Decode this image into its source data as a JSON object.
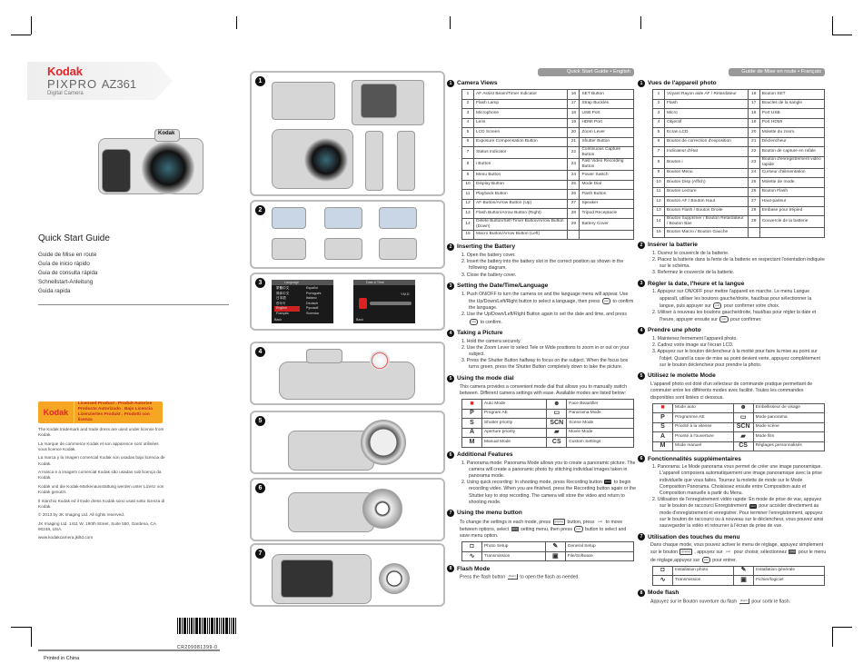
{
  "left": {
    "logo": "Kodak",
    "product": "PIXPRO",
    "model": "AZ361",
    "subtitle": "Digital Camera",
    "camera_logo": "Kodak",
    "title": "Quick Start Guide",
    "languages": [
      "Guide de Mise en route",
      "Guía de inicio rápido",
      "Guia de consulta rápida",
      "Schnellstart-Anleitung",
      "Guida rapida"
    ],
    "license": {
      "logo": "Kodak",
      "lines": [
        "Licensed Product . Produit Autorise",
        "Producto Autorizado . Bajo Licencia",
        "Lizenziertes Produkt . Prodotti con licenza"
      ]
    },
    "legal": [
      "The Kodak trademark and trade dress are used under license from Kodak.",
      "La marque de commerce Kodak et son apparence sont utilisées sous licence Kodak.",
      "La marca y la imagen comercial Kodak son usadas bajo licencia de Kodak.",
      "A marca e a imagem comercial Kodak são usadas sob licença da Kodak.",
      "Kodak und die Kodak-Markenausstattung werden unter Lizenz von Kodak genutzt.",
      "Il marchio Kodak ed il trade dress Kodak sono usati sotto licenza di Kodak.",
      "© 2013 by JK Imaging Ltd. All rights reserved.",
      "JK Imaging Ltd. 1411 W. 190th Street, Suite 550, Gardena, CA 90248, USA.",
      "www.kodakcamera.jkiltd.com"
    ],
    "barcode": "CR209081399-0",
    "printed": "Printed in China"
  },
  "figures": {
    "numbers": [
      "1",
      "2",
      "3",
      "4",
      "5",
      "6",
      "7"
    ],
    "language_screen": {
      "title": "Language",
      "items_left": [
        "繁體中文",
        "简体中文",
        "日本語",
        "한국어",
        "English",
        "Français"
      ],
      "items_right": [
        "Español",
        "Português",
        "Italiano",
        "Deutsch",
        "Русский",
        "Svenska"
      ],
      "selected": "English",
      "back": "Back"
    },
    "date_screen": {
      "title": "Date & Time",
      "format": "Y.M.D",
      "back": "Back"
    }
  },
  "en": {
    "header": "Quick Start Guide • English",
    "s1": {
      "num": "1",
      "title": "Camera Views",
      "rows": [
        [
          "1",
          "AF Assist Beam/Timer Indicator",
          "16",
          "SET Button"
        ],
        [
          "2",
          "Flash Lamp",
          "17",
          "Strap Buckles"
        ],
        [
          "3",
          "Microphone",
          "18",
          "USB Port"
        ],
        [
          "4",
          "Lens",
          "19",
          "HDMI Port"
        ],
        [
          "5",
          "LCD Screen",
          "20",
          "Zoom Lever"
        ],
        [
          "6",
          "Exposure Compensation Button",
          "21",
          "Shutter Button"
        ],
        [
          "7",
          "Status Indicator",
          "22",
          "Continuous Capture Button"
        ],
        [
          "8",
          "i Button",
          "23",
          "Fast Video Recording Button"
        ],
        [
          "9",
          "Menu Button",
          "24",
          "Power Switch"
        ],
        [
          "10",
          "Display Button",
          "25",
          "Mode Dial"
        ],
        [
          "11",
          "Playback Button",
          "26",
          "Flash Button"
        ],
        [
          "12",
          "AF Button/Arrow Button (Up)",
          "27",
          "Speaker"
        ],
        [
          "13",
          "Flash Button/Arrow Button (Right)",
          "28",
          "Tripod Receptacle"
        ],
        [
          "14",
          "Delete Button/Self-Timer Button/Arrow Button (Down)",
          "29",
          "Battery Cover"
        ],
        [
          "15",
          "Macro Button/Arrow Button (Left)",
          "",
          ""
        ]
      ]
    },
    "s2": {
      "num": "2",
      "title": "Inserting the Battery",
      "items": [
        "1. Open the battery cover.",
        "2. Insert the battery into the battery slot in the correct position as shown in the following diagram.",
        "3. Close the battery cover."
      ]
    },
    "s3": {
      "num": "3",
      "title": "Setting the Date/Time/Language",
      "items": [
        "1. Push ON/OFF to turn the camera on and the language menu will appear. Use the Up/Down/Left/Right button to select a language, then press {ok} to confirm the language.",
        "2. Use the Up/Down/Left/Right Button again to set the date and time, and press {ok} to confirm."
      ]
    },
    "s4": {
      "num": "4",
      "title": "Taking a Picture",
      "items": [
        "1. Hold the camera securely.",
        "2. Use the Zoom Lever to select Tele or Wide positions to zoom in or out on your subject.",
        "3. Press the Shutter Button halfway to focus on the subject. When the focus box turns green, press the Shutter Button completely down to take the picture."
      ]
    },
    "s5": {
      "num": "5",
      "title": "Using the mode dial",
      "text": "This camera provides a convenient mode dial that allows you to manually switch between. Different camera settings with ease. Available modes are listed below:",
      "modes": [
        [
          "camera-icon",
          "Auto Mode",
          "face-beautifier-icon",
          "Face Beautifier"
        ],
        [
          "P",
          "Program AE",
          "panorama-icon",
          "Panorama Mode"
        ],
        [
          "S",
          "Shutter priority",
          "SCN",
          "Scene Mode"
        ],
        [
          "A",
          "Aperture priority",
          "movie-icon",
          "Movie Mode"
        ],
        [
          "M",
          "Manual Mode",
          "CS",
          "Custom Settings"
        ]
      ]
    },
    "s6": {
      "num": "6",
      "title": "Additional Features",
      "items": [
        "1. Panorama mode: Panorama Mode allows you to create a panoramic picture. The camera will create a panoramic photo by stitching individual images taken in panorama mode.",
        "2. Using quick recording: In shooting mode, press Recording button {rec} to begin recording video. When you are finished, press the Recording button again or the Shutter key to stop recording. The camera will store the video and return to shooting mode."
      ]
    },
    "s7": {
      "num": "7",
      "title": "Using the menu button",
      "text": "To change the settings in each mode, press {menu} button, press {ud} to move between options, select {set} setting menu, then press {ok} button to select and save menu option.",
      "menu": [
        [
          "photo-setup-icon",
          "Photo Setup",
          "wrench-icon",
          "General Setup"
        ],
        [
          "transmission-icon",
          "Transmission",
          "file-icon",
          "File/Software"
        ]
      ]
    },
    "s8": {
      "num": "8",
      "title": "Flash Mode",
      "text": "Press the flash button {flash} to open the flash as needed."
    }
  },
  "fr": {
    "header": "Guide de Mise en route • Français",
    "s1": {
      "num": "1",
      "title": "Vues de l'appareil photo",
      "rows": [
        [
          "1",
          "Voyant Rayon aide AF / Retardateur",
          "16",
          "Bouton SET"
        ],
        [
          "2",
          "Flash",
          "17",
          "Boucles de la sangle"
        ],
        [
          "3",
          "Micro",
          "18",
          "Port USB"
        ],
        [
          "4",
          "Objectif",
          "19",
          "Port HDMI"
        ],
        [
          "5",
          "Ecran LCD",
          "20",
          "Molette du zoom."
        ],
        [
          "6",
          "Bouton de correction d'exposition",
          "21",
          "Déclencheur"
        ],
        [
          "7",
          "Indicateur d'état",
          "22",
          "Bouton de capture en rafale"
        ],
        [
          "8",
          "Bouton i",
          "23",
          "Bouton d'enregistrement vidéo rapide"
        ],
        [
          "9",
          "Bouton Menu",
          "24",
          "Curseur d'alimentation"
        ],
        [
          "10",
          "Bouton Disp (Affich)",
          "25",
          "Molette de mode."
        ],
        [
          "11",
          "Bouton Lecture",
          "26",
          "Bouton Flash"
        ],
        [
          "12",
          "Bouton AF / Bouton Haut",
          "27",
          "Haut-parleur"
        ],
        [
          "13",
          "Bouton Flash / Bouton Droite",
          "28",
          "Embase pour trépied"
        ],
        [
          "14",
          "Bouton Supprimer / Bouton Retardateur / Bouton Bas",
          "29",
          "Couvercle de la batterie"
        ],
        [
          "15",
          "Bouton Macro / Bouton Gauche",
          "",
          ""
        ]
      ]
    },
    "s2": {
      "num": "2",
      "title": "Insérer la batterie",
      "items": [
        "1. Ouvrez le couvercle de la batterie.",
        "2. Placez la batterie dans la fente de la batterie en respectant l'orientation indiquée sur le schéma.",
        "3. Refermez le couvercle de la batterie."
      ]
    },
    "s3": {
      "num": "3",
      "title": "Régler la date, l'heure et la langue",
      "items": [
        "1. Appuyez sur ON/OFF pour mettre l'appareil en marche. Le menu Langue apparaît, utiliser les boutons gauche/droite, haut/bas pour sélectionner la langue, puis appuyer sur {ok} pour confirmer votre choix.",
        "2. Utiliser à nouveau les boutons gauche/droite, haut/bas pour régler la date et l'heure, appuyer ensuite sur {ok} pour confirmer."
      ]
    },
    "s4": {
      "num": "4",
      "title": "Prendre une photo",
      "items": [
        "1. Maintenez fermement l'appareil photo.",
        "2. Cadrez votre image sur l'écran LCD.",
        "3. Appuyez sur le bouton déclencheur à la moitié pour faire la mise au point sur l'objet. Quand la case de mise au point devient verte, appuyez complètement sur le bouton déclencheur pour prendre la photo."
      ]
    },
    "s5": {
      "num": "5",
      "title": "Utilisez le molette Mode",
      "text": "L'appareil photo est doté d'un sélecteur de commande pratique permettant de commuter entre les différents modes avec facilité. Toutes les commandes disponibles sont listées ci dessous.",
      "modes": [
        [
          "camera-icon",
          "Mode auto",
          "face-beautifier-icon",
          "Embellisseur de visage"
        ],
        [
          "P",
          "Programme AE",
          "panorama-icon",
          "Mode panorama"
        ],
        [
          "S",
          "Priorité à la vitesse",
          "SCN",
          "Mode scène"
        ],
        [
          "A",
          "Priorité à l'ouverture",
          "movie-icon",
          "Mode film"
        ],
        [
          "M",
          "Mode manuel",
          "CS",
          "Réglages personnalisés"
        ]
      ]
    },
    "s6": {
      "num": "6",
      "title": "Fonctionnalités supplémentaires",
      "items": [
        "1. Panorama: Le Mode panorama vous permet de créer une image panoramique. L'appareil composera automatiquement une image panoramique avec la prise individuelle que vous faites. Tournez la molette de mode sur le Mode Composition Panorama. Choisissez ensuite entre Composition auto et Composition manuelle à partir du Menu.",
        "2. Utilisation de l'enregistrement vidéo rapide: En mode de prise de vue, appuyez sur le bouton de raccourci Enregistrement {rec} pour accéder directement au mode d'enregistrement et enregistrer. Pour terminer l'enregistrement, appuyez sur le bouton de raccourci ou à nouveau sur le déclencheur, vous pouvez ainsi sauvegarder la vidéo et retourner à l'écran de prise de vue."
      ]
    },
    "s7": {
      "num": "7",
      "title": "Utilisation des touches du menu",
      "text": "Dans chaque mode, vous pouvez activer le menu de réglage, appuyez simplement sur le bouton {menu} , appuyez sur {ud} pour choisir, sélectionnez {set} pour le menu de réglage,appuyez sur {ok} pour entrer.",
      "menu": [
        [
          "photo-setup-icon",
          "Installation photo",
          "wrench-icon",
          "Installation générale"
        ],
        [
          "transmission-icon",
          "Transmission",
          "file-icon",
          "Fichier/logiciel"
        ]
      ]
    },
    "s8": {
      "num": "8",
      "title": "Mode flash",
      "text": "Appuyez sur le Bouton ouverture du flash {flash} pour sortir le flash."
    }
  },
  "colors": {
    "kodak_red": "#e3262a",
    "license_orange": "#f5a623",
    "header_pill": "#999999"
  }
}
